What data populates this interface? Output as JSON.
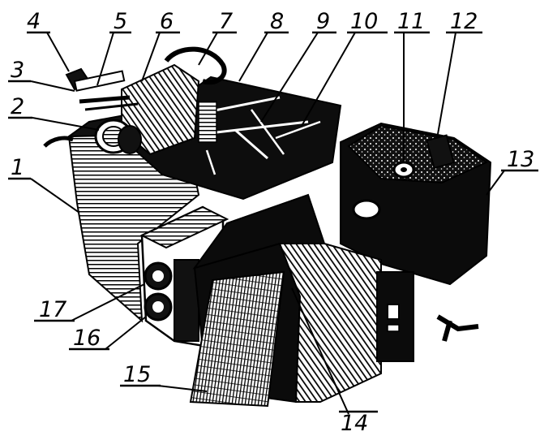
{
  "figure": {
    "labels": [
      {
        "id": "1",
        "text": "1"
      },
      {
        "id": "2",
        "text": "2"
      },
      {
        "id": "3",
        "text": "3"
      },
      {
        "id": "4",
        "text": "4"
      },
      {
        "id": "5",
        "text": "5"
      },
      {
        "id": "6",
        "text": "6"
      },
      {
        "id": "7",
        "text": "7"
      },
      {
        "id": "8",
        "text": "8"
      },
      {
        "id": "9",
        "text": "9"
      },
      {
        "id": "10",
        "text": "10"
      },
      {
        "id": "11",
        "text": "11"
      },
      {
        "id": "12",
        "text": "12"
      },
      {
        "id": "13",
        "text": "13"
      },
      {
        "id": "14",
        "text": "14"
      },
      {
        "id": "15",
        "text": "15"
      },
      {
        "id": "16",
        "text": "16"
      },
      {
        "id": "17",
        "text": "17"
      }
    ]
  }
}
